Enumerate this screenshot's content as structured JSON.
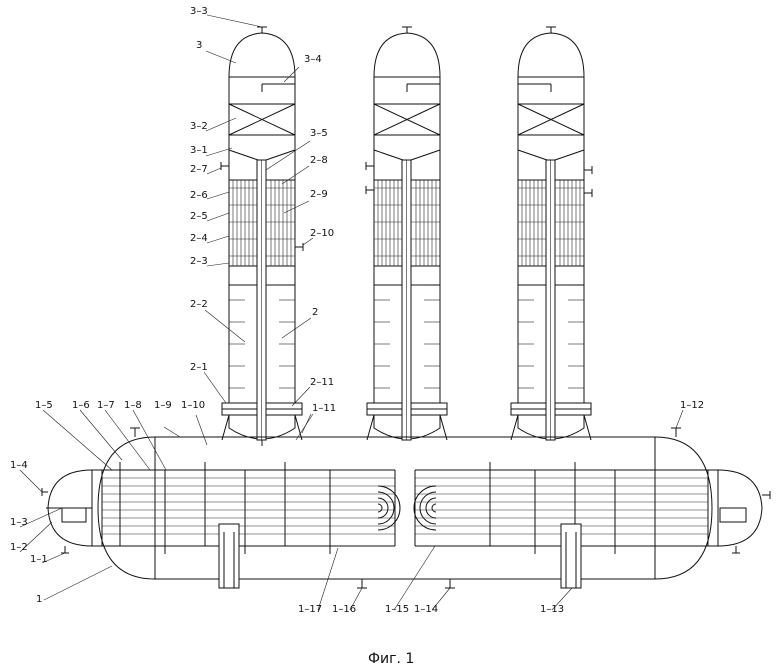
{
  "figure": {
    "caption": "Фиг. 1"
  },
  "labels": {
    "c3_3": "3–3",
    "c3": "3",
    "c3_4": "3–4",
    "c3_2": "3–2",
    "c3_5": "3–5",
    "c3_1": "3–1",
    "c2_7": "2–7",
    "c2_8": "2–8",
    "c2_6": "2–6",
    "c2_9": "2–9",
    "c2_5": "2–5",
    "c2_4": "2–4",
    "c2_10": "2–10",
    "c2_3": "2–3",
    "c2_2": "2–2",
    "c2": "2",
    "c2_1": "2–1",
    "c2_11": "2–11",
    "c1_5": "1–5",
    "c1_6": "1–6",
    "c1_7": "1–7",
    "c1_8": "1–8",
    "c1_9": "1–9",
    "c1_10": "1–10",
    "c1_11": "1–11",
    "c1_12": "1–12",
    "c1_4": "1–4",
    "c1_3": "1–3",
    "c1_2": "1–2",
    "c1_1": "1–1",
    "c1": "1",
    "c1_17": "1–17",
    "c1_16": "1–16",
    "c1_15": "1–15",
    "c1_14": "1–14",
    "c1_13": "1–13"
  }
}
